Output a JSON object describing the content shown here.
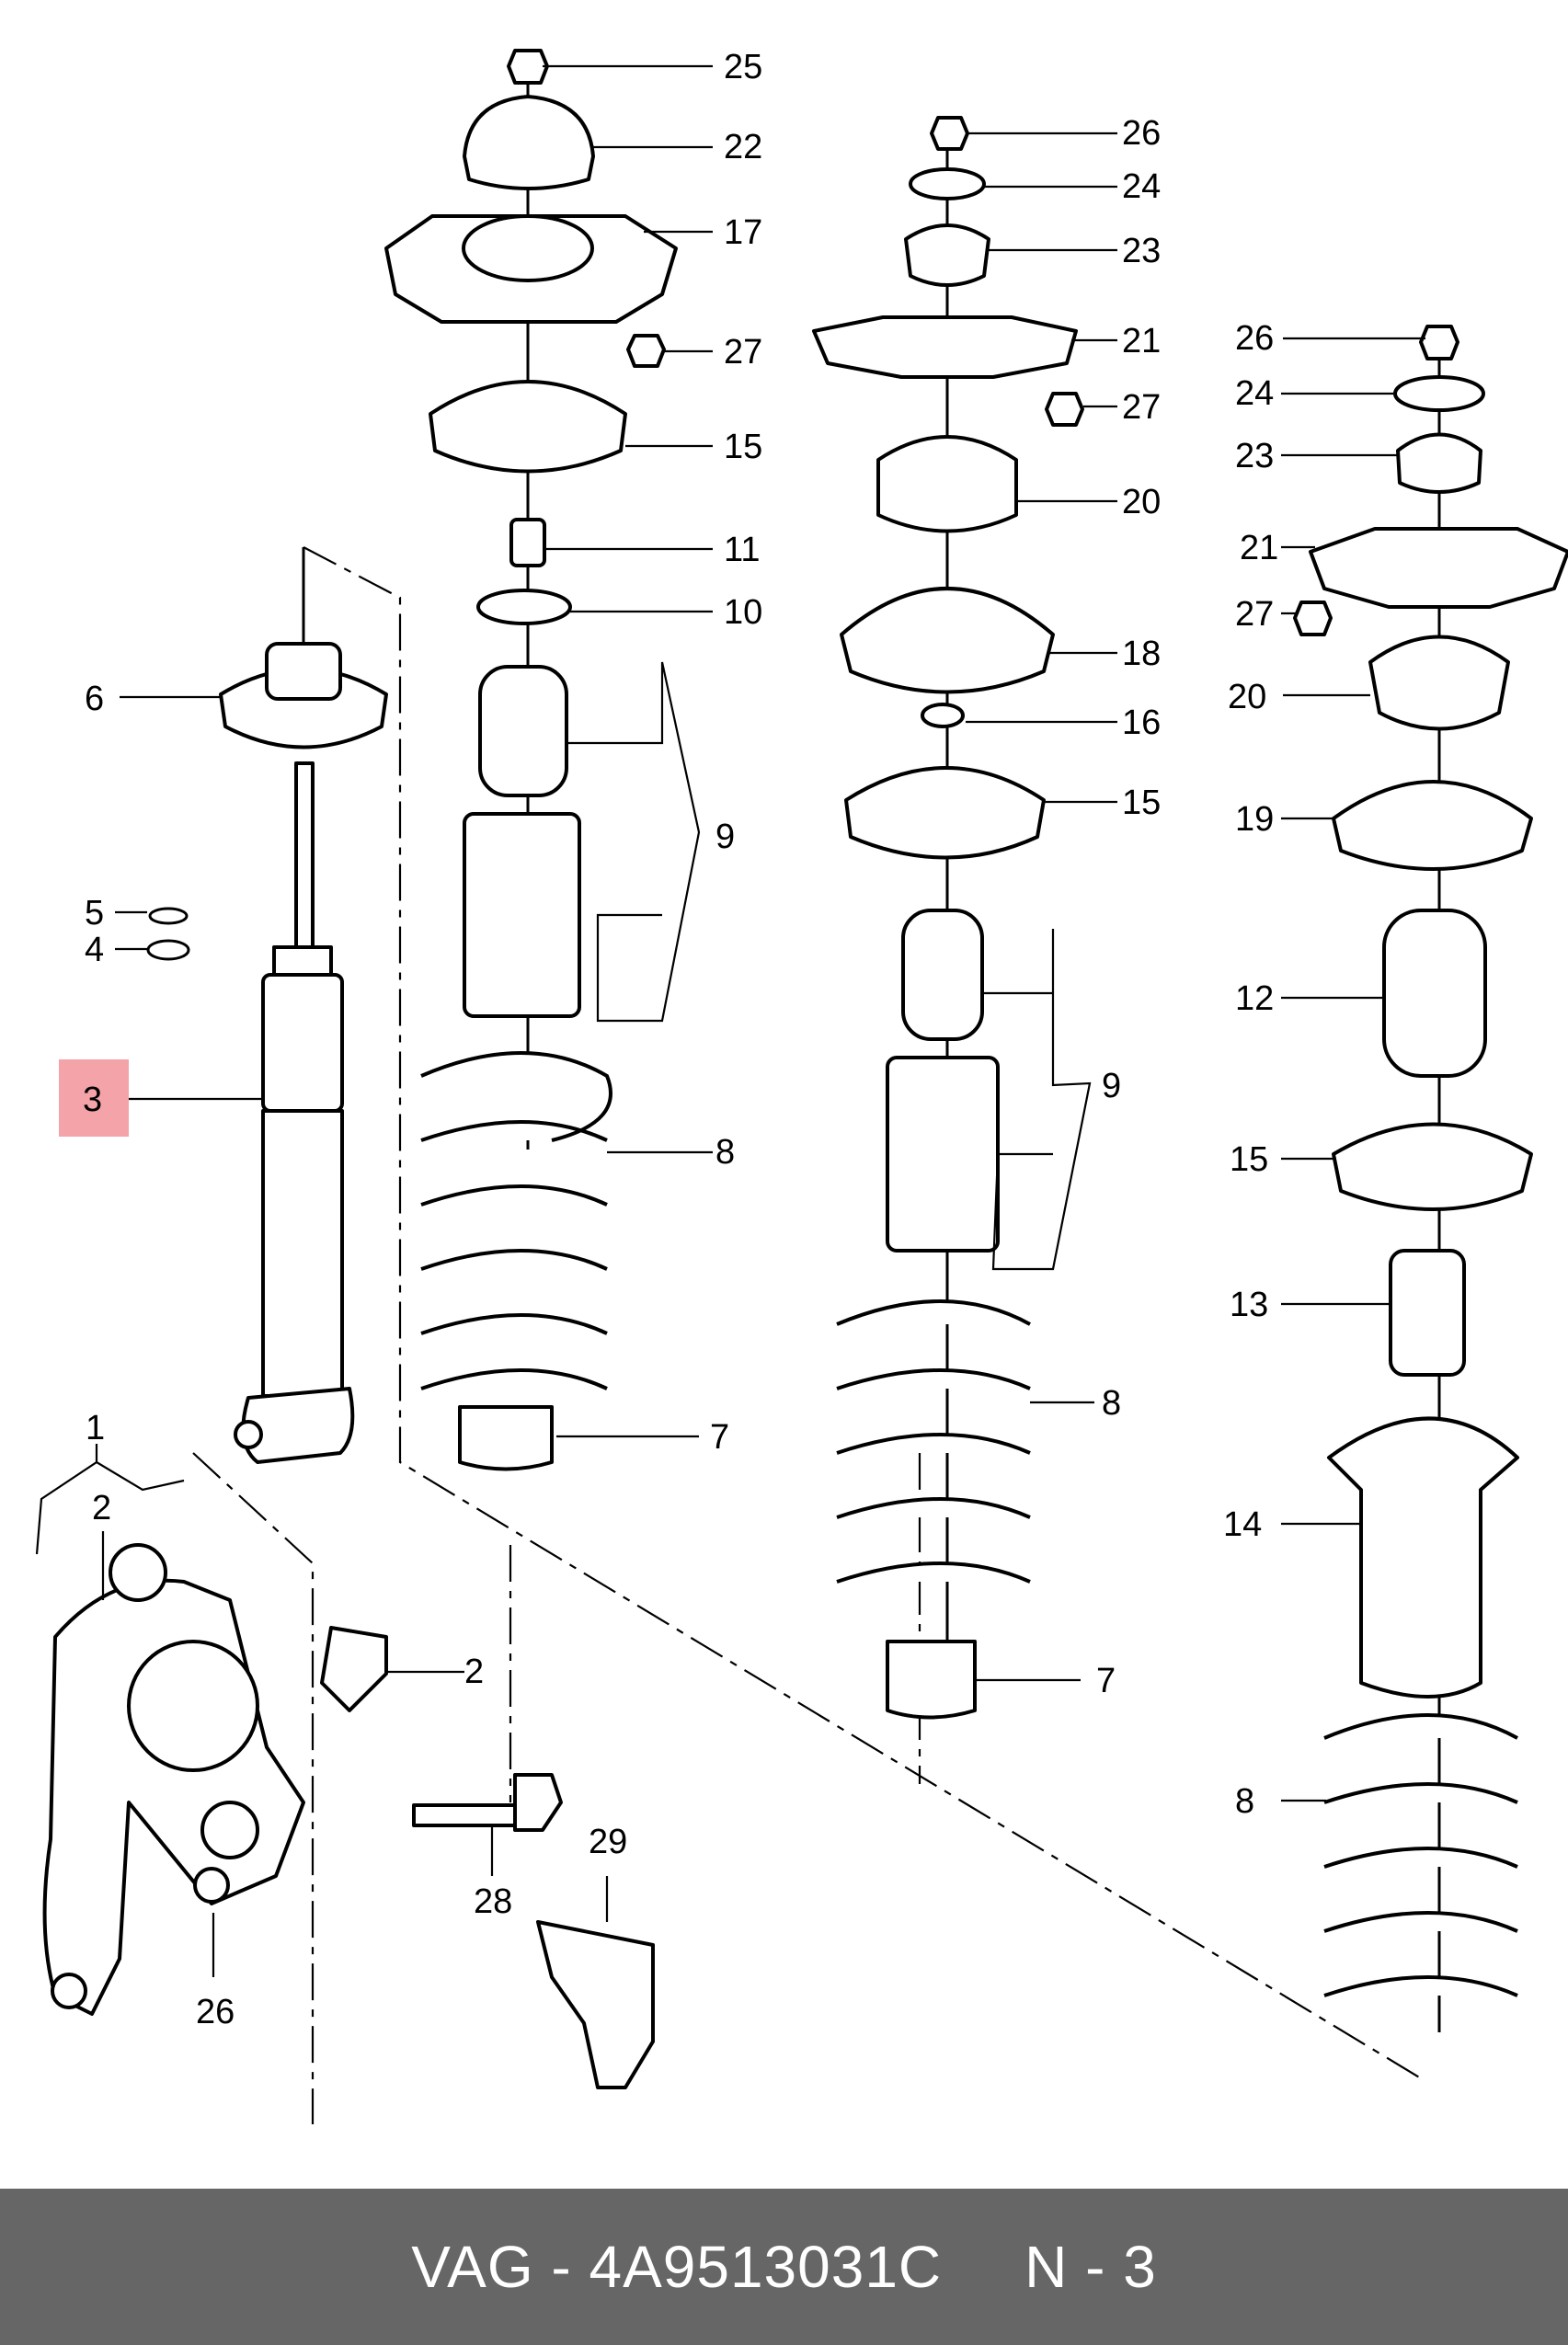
{
  "colors": {
    "highlight": "#f4a3a8",
    "footer_background": "#666666",
    "footer_text": "#ffffff",
    "line": "#000000"
  },
  "callouts": {
    "c25": "25",
    "c22": "22",
    "c17": "17",
    "c27a": "27",
    "c15a": "15",
    "c11": "11",
    "c10": "10",
    "c9a": "9",
    "c8a": "8",
    "c7a": "7",
    "c6": "6",
    "c5": "5",
    "c4": "4",
    "c3": "3",
    "c1": "1",
    "c2a": "2",
    "c2b": "2",
    "c28": "28",
    "c26a": "26",
    "c29": "29",
    "c26b": "26",
    "c24a": "24",
    "c23a": "23",
    "c21a": "21",
    "c27b": "27",
    "c20a": "20",
    "c18": "18",
    "c16": "16",
    "c15b": "15",
    "c9b": "9",
    "c8b": "8",
    "c7b": "7",
    "c26c": "26",
    "c24b": "24",
    "c23b": "23",
    "c21b": "21",
    "c27c": "27",
    "c20b": "20",
    "c19": "19",
    "c12": "12",
    "c15c": "15",
    "c13": "13",
    "c14": "14",
    "c8c": "8"
  },
  "footer": {
    "brand": "VAG",
    "separator": " - ",
    "part_number": "4A9513031C",
    "position_label": "N - 3"
  }
}
